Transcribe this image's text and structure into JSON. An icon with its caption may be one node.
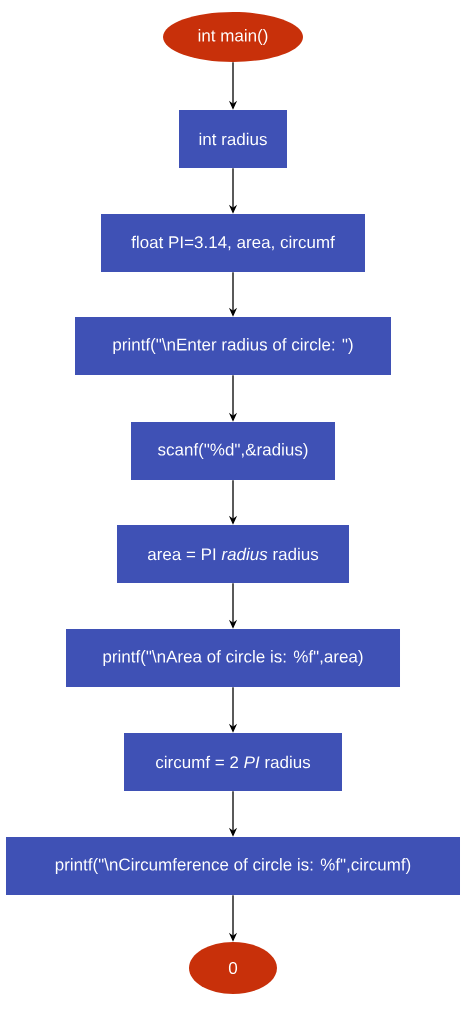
{
  "diagram": {
    "nodes": [
      {
        "text": [
          "int main()"
        ]
      },
      {
        "text": [
          "int radius"
        ]
      },
      {
        "text": [
          "float PI=3.14, area, circumf"
        ]
      },
      {
        "text": [
          "printf(\"\\nEnter radius of circle: \")"
        ]
      },
      {
        "text": [
          "scanf(\"%d\",&radius)"
        ]
      },
      {
        "text": [
          "area = PI *radius* radius"
        ]
      },
      {
        "text": [
          "printf(\"\\nArea of circle is: %f\",area)"
        ]
      },
      {
        "text": [
          "circumf = 2 *PI* radius"
        ]
      },
      {
        "text": [
          "printf(\"\\nCircumference of circle is: %f\",circumf)"
        ]
      },
      {
        "text": [
          "0"
        ]
      }
    ],
    "edges": [
      {
        "from": 0,
        "to": 1,
        "arrow": "to"
      },
      {
        "from": 1,
        "to": 2,
        "arrow": "to"
      },
      {
        "from": 2,
        "to": 3,
        "arrow": "to"
      },
      {
        "from": 3,
        "to": 4,
        "arrow": "to"
      },
      {
        "from": 4,
        "to": 5,
        "arrow": "to"
      },
      {
        "from": 5,
        "to": 6,
        "arrow": "to"
      },
      {
        "from": 6,
        "to": 7,
        "arrow": "to"
      },
      {
        "from": 7,
        "to": 8,
        "arrow": "to"
      },
      {
        "from": 8,
        "to": 9,
        "arrow": "to"
      }
    ]
  }
}
